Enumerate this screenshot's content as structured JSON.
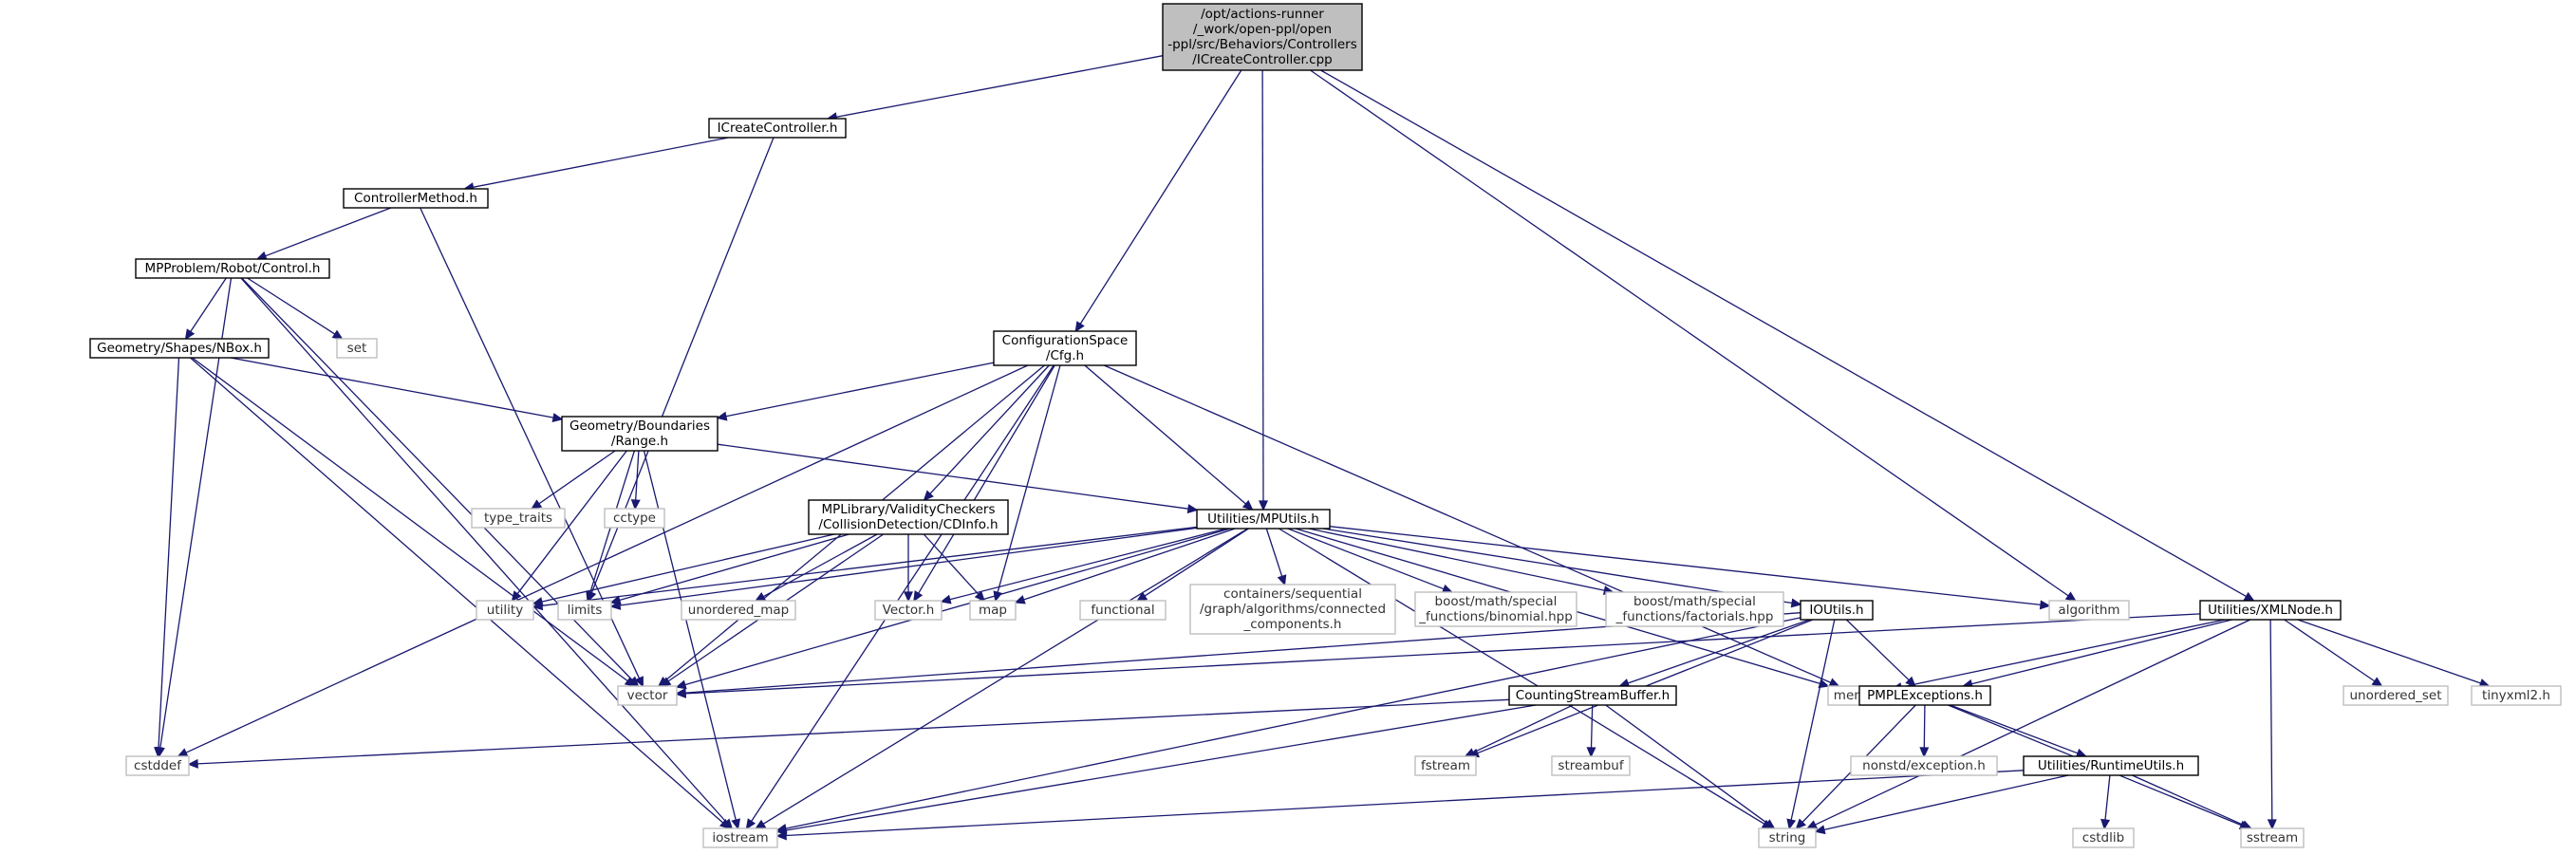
{
  "diagram": {
    "type": "include-dependency-graph",
    "colors": {
      "edge": "#191970",
      "root_fill": "#bfbfbf",
      "root_stroke": "#000000",
      "project_stroke": "#000000",
      "external_stroke": "#bfbfbf",
      "background": "#ffffff"
    },
    "nodes": [
      {
        "id": "root",
        "lines": [
          "/opt/actions-runner",
          "/_work/open-ppl/open",
          "-ppl/src/Behaviors/Controllers",
          "/ICreateController.cpp"
        ],
        "kind": "root"
      },
      {
        "id": "icreatecontroller_h",
        "lines": [
          "ICreateController.h"
        ],
        "kind": "project"
      },
      {
        "id": "controllermethod_h",
        "lines": [
          "ControllerMethod.h"
        ],
        "kind": "project"
      },
      {
        "id": "control_h",
        "lines": [
          "MPProblem/Robot/Control.h"
        ],
        "kind": "project"
      },
      {
        "id": "nbox_h",
        "lines": [
          "Geometry/Shapes/NBox.h"
        ],
        "kind": "project"
      },
      {
        "id": "set",
        "lines": [
          "set"
        ],
        "kind": "external"
      },
      {
        "id": "cfg_h",
        "lines": [
          "ConfigurationSpace",
          "/Cfg.h"
        ],
        "kind": "project"
      },
      {
        "id": "range_h",
        "lines": [
          "Geometry/Boundaries",
          "/Range.h"
        ],
        "kind": "project"
      },
      {
        "id": "type_traits",
        "lines": [
          "type_traits"
        ],
        "kind": "external"
      },
      {
        "id": "cctype",
        "lines": [
          "cctype"
        ],
        "kind": "external"
      },
      {
        "id": "cdinfo_h",
        "lines": [
          "MPLibrary/ValidityCheckers",
          "/CollisionDetection/CDInfo.h"
        ],
        "kind": "project"
      },
      {
        "id": "mputils_h",
        "lines": [
          "Utilities/MPUtils.h"
        ],
        "kind": "project"
      },
      {
        "id": "utility",
        "lines": [
          "utility"
        ],
        "kind": "external"
      },
      {
        "id": "limits",
        "lines": [
          "limits"
        ],
        "kind": "external"
      },
      {
        "id": "unordered_map",
        "lines": [
          "unordered_map"
        ],
        "kind": "external"
      },
      {
        "id": "vector_h",
        "lines": [
          "Vector.h"
        ],
        "kind": "external"
      },
      {
        "id": "map",
        "lines": [
          "map"
        ],
        "kind": "external"
      },
      {
        "id": "functional",
        "lines": [
          "functional"
        ],
        "kind": "external"
      },
      {
        "id": "connected_components",
        "lines": [
          "containers/sequential",
          "/graph/algorithms/connected",
          "_components.h"
        ],
        "kind": "external"
      },
      {
        "id": "binomial",
        "lines": [
          "boost/math/special",
          "_functions/binomial.hpp"
        ],
        "kind": "external"
      },
      {
        "id": "factorials",
        "lines": [
          "boost/math/special",
          "_functions/factorials.hpp"
        ],
        "kind": "external"
      },
      {
        "id": "ioutils_h",
        "lines": [
          "IOUtils.h"
        ],
        "kind": "project"
      },
      {
        "id": "algorithm",
        "lines": [
          "algorithm"
        ],
        "kind": "external"
      },
      {
        "id": "xmlnode_h",
        "lines": [
          "Utilities/XMLNode.h"
        ],
        "kind": "project"
      },
      {
        "id": "vector",
        "lines": [
          "vector"
        ],
        "kind": "external"
      },
      {
        "id": "memory",
        "lines": [
          "memory"
        ],
        "kind": "external"
      },
      {
        "id": "unordered_set",
        "lines": [
          "unordered_set"
        ],
        "kind": "external"
      },
      {
        "id": "tinyxml2_h",
        "lines": [
          "tinyxml2.h"
        ],
        "kind": "external"
      },
      {
        "id": "countingstreambuffer_h",
        "lines": [
          "CountingStreamBuffer.h"
        ],
        "kind": "project"
      },
      {
        "id": "pmplexceptions_h",
        "lines": [
          "PMPLExceptions.h"
        ],
        "kind": "project"
      },
      {
        "id": "cstddef",
        "lines": [
          "cstddef"
        ],
        "kind": "external"
      },
      {
        "id": "fstream",
        "lines": [
          "fstream"
        ],
        "kind": "external"
      },
      {
        "id": "streambuf",
        "lines": [
          "streambuf"
        ],
        "kind": "external"
      },
      {
        "id": "nonstd_exception",
        "lines": [
          "nonstd/exception.h"
        ],
        "kind": "external"
      },
      {
        "id": "runtimeutils_h",
        "lines": [
          "Utilities/RuntimeUtils.h"
        ],
        "kind": "project"
      },
      {
        "id": "iostream",
        "lines": [
          "iostream"
        ],
        "kind": "external"
      },
      {
        "id": "string",
        "lines": [
          "string"
        ],
        "kind": "external"
      },
      {
        "id": "cstdlib",
        "lines": [
          "cstdlib"
        ],
        "kind": "external"
      },
      {
        "id": "sstream",
        "lines": [
          "sstream"
        ],
        "kind": "external"
      }
    ],
    "edges": [
      [
        "root",
        "icreatecontroller_h"
      ],
      [
        "root",
        "cfg_h"
      ],
      [
        "root",
        "mputils_h"
      ],
      [
        "root",
        "algorithm"
      ],
      [
        "root",
        "xmlnode_h"
      ],
      [
        "icreatecontroller_h",
        "controllermethod_h"
      ],
      [
        "icreatecontroller_h",
        "limits"
      ],
      [
        "controllermethod_h",
        "control_h"
      ],
      [
        "controllermethod_h",
        "vector"
      ],
      [
        "control_h",
        "nbox_h"
      ],
      [
        "control_h",
        "set"
      ],
      [
        "control_h",
        "vector"
      ],
      [
        "control_h",
        "cstddef"
      ],
      [
        "control_h",
        "iostream"
      ],
      [
        "nbox_h",
        "range_h"
      ],
      [
        "nbox_h",
        "vector"
      ],
      [
        "nbox_h",
        "cstddef"
      ],
      [
        "nbox_h",
        "iostream"
      ],
      [
        "cfg_h",
        "range_h"
      ],
      [
        "cfg_h",
        "cdinfo_h"
      ],
      [
        "cfg_h",
        "mputils_h"
      ],
      [
        "cfg_h",
        "vector_h"
      ],
      [
        "cfg_h",
        "map"
      ],
      [
        "cfg_h",
        "vector"
      ],
      [
        "cfg_h",
        "memory"
      ],
      [
        "cfg_h",
        "cstddef"
      ],
      [
        "cfg_h",
        "iostream"
      ],
      [
        "range_h",
        "mputils_h"
      ],
      [
        "range_h",
        "type_traits"
      ],
      [
        "range_h",
        "cctype"
      ],
      [
        "range_h",
        "utility"
      ],
      [
        "range_h",
        "limits"
      ],
      [
        "range_h",
        "iostream"
      ],
      [
        "cdinfo_h",
        "utility"
      ],
      [
        "cdinfo_h",
        "limits"
      ],
      [
        "cdinfo_h",
        "unordered_map"
      ],
      [
        "cdinfo_h",
        "vector_h"
      ],
      [
        "cdinfo_h",
        "map"
      ],
      [
        "cdinfo_h",
        "vector"
      ],
      [
        "mputils_h",
        "utility"
      ],
      [
        "mputils_h",
        "limits"
      ],
      [
        "mputils_h",
        "vector_h"
      ],
      [
        "mputils_h",
        "map"
      ],
      [
        "mputils_h",
        "functional"
      ],
      [
        "mputils_h",
        "connected_components"
      ],
      [
        "mputils_h",
        "binomial"
      ],
      [
        "mputils_h",
        "factorials"
      ],
      [
        "mputils_h",
        "ioutils_h"
      ],
      [
        "mputils_h",
        "algorithm"
      ],
      [
        "mputils_h",
        "vector"
      ],
      [
        "mputils_h",
        "memory"
      ],
      [
        "mputils_h",
        "iostream"
      ],
      [
        "mputils_h",
        "string"
      ],
      [
        "ioutils_h",
        "vector"
      ],
      [
        "ioutils_h",
        "countingstreambuffer_h"
      ],
      [
        "ioutils_h",
        "pmplexceptions_h"
      ],
      [
        "ioutils_h",
        "fstream"
      ],
      [
        "ioutils_h",
        "iostream"
      ],
      [
        "ioutils_h",
        "string"
      ],
      [
        "xmlnode_h",
        "vector"
      ],
      [
        "xmlnode_h",
        "memory"
      ],
      [
        "xmlnode_h",
        "unordered_set"
      ],
      [
        "xmlnode_h",
        "tinyxml2_h"
      ],
      [
        "xmlnode_h",
        "pmplexceptions_h"
      ],
      [
        "xmlnode_h",
        "string"
      ],
      [
        "xmlnode_h",
        "sstream"
      ],
      [
        "countingstreambuffer_h",
        "cstddef"
      ],
      [
        "countingstreambuffer_h",
        "fstream"
      ],
      [
        "countingstreambuffer_h",
        "streambuf"
      ],
      [
        "countingstreambuffer_h",
        "iostream"
      ],
      [
        "countingstreambuffer_h",
        "string"
      ],
      [
        "pmplexceptions_h",
        "nonstd_exception"
      ],
      [
        "pmplexceptions_h",
        "runtimeutils_h"
      ],
      [
        "pmplexceptions_h",
        "string"
      ],
      [
        "pmplexceptions_h",
        "sstream"
      ],
      [
        "runtimeutils_h",
        "iostream"
      ],
      [
        "runtimeutils_h",
        "string"
      ],
      [
        "runtimeutils_h",
        "cstdlib"
      ],
      [
        "runtimeutils_h",
        "sstream"
      ]
    ]
  }
}
